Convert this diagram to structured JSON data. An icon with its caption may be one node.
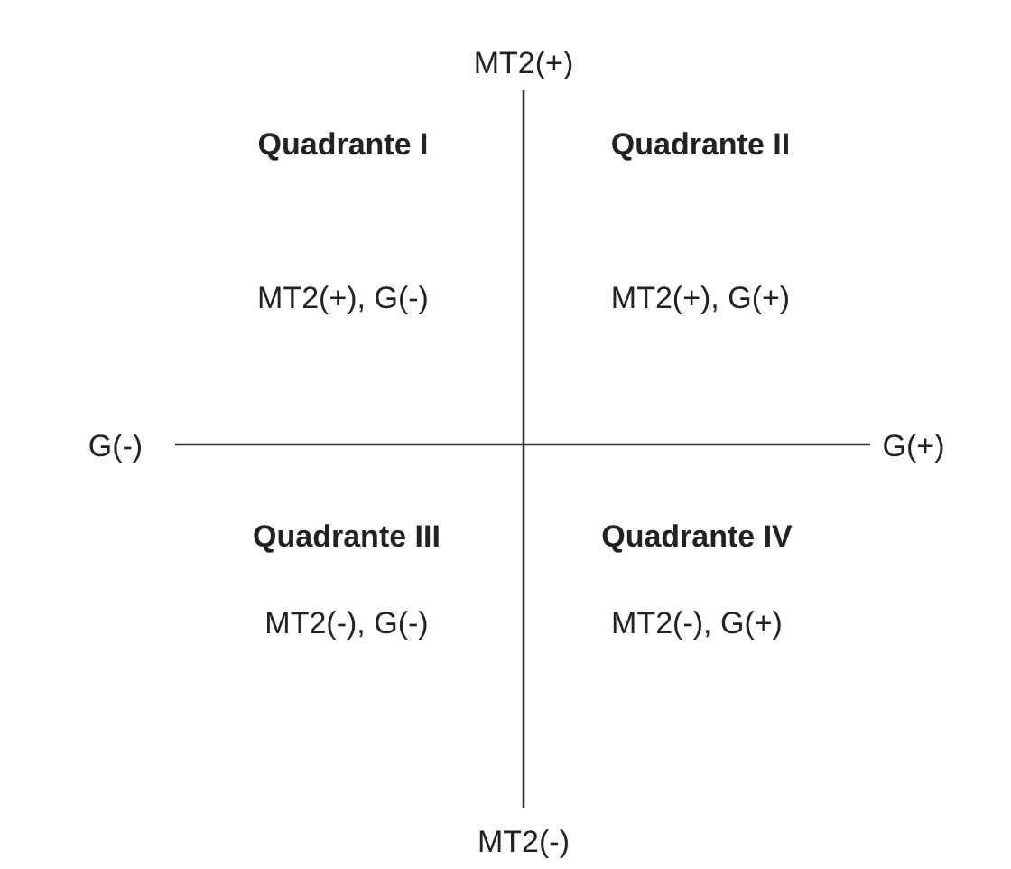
{
  "diagram": {
    "labels": [
      "MT2(+)",
      "Quadrante I",
      "Quadrante II",
      "MT2(+), G(-)",
      "MT2(+), G(+)",
      "G(-)",
      "G(+)",
      "Quadrante III",
      "Quadrante IV",
      "MT2(-), G(-)",
      "MT2(-), G(+)",
      "MT2(-)"
    ]
  }
}
